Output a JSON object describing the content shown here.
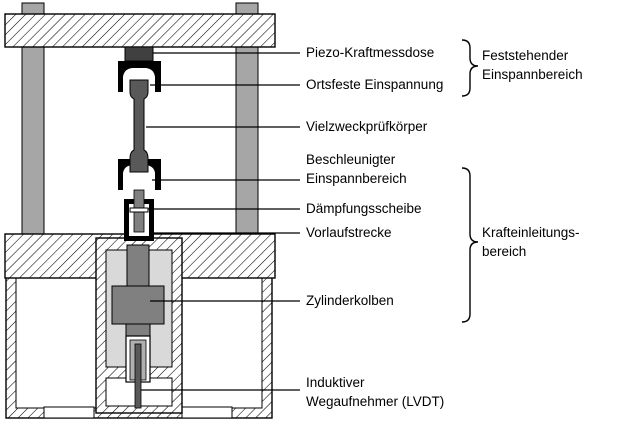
{
  "colors": {
    "outline": "#000000",
    "hatch": "#000000",
    "column_fill": "#a6a6a6",
    "rod_dark": "#595959",
    "rod_mid": "#808080",
    "rod_light": "#b0b0b0",
    "inner_fill": "#d9d9d9",
    "piezo_fill": "#404040",
    "background": "#ffffff"
  },
  "labels": {
    "piezo": "Piezo-Kraftmessdose",
    "fixed_clamp": "Ortsfeste Einspannung",
    "specimen": "Vielzweckprüfkörper",
    "accel_line1": "Beschleunigter",
    "accel_line2": "Einspannbereich",
    "damping": "Dämpfungsscheibe",
    "pre_travel": "Vorlaufstrecke",
    "piston": "Zylinderkolben",
    "lvdt_line1": "Induktiver",
    "lvdt_line2": "Wegaufnehmer (LVDT)",
    "fixed_region_line1": "Feststehender",
    "fixed_region_line2": "Einspannbereich",
    "force_region_line1": "Krafteinleitungs-",
    "force_region_line2": "bereich"
  }
}
